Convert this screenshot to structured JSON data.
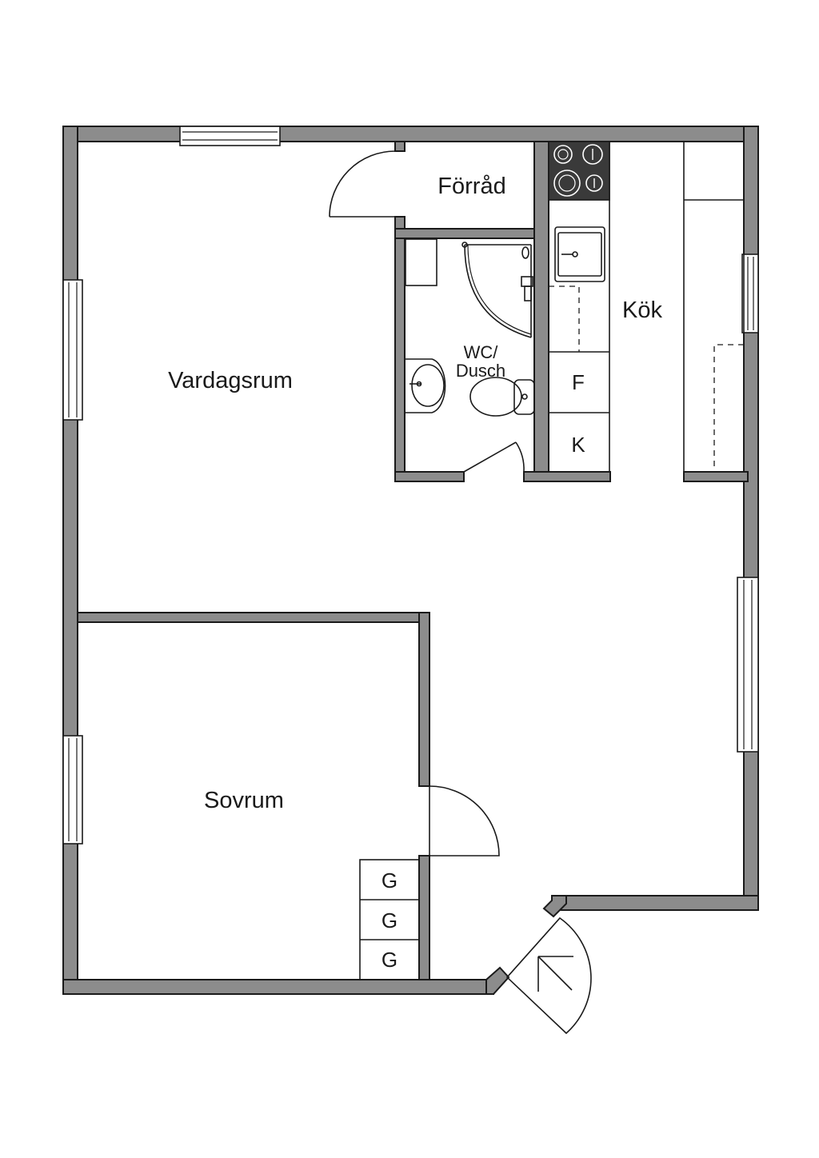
{
  "rooms": {
    "vardagsrum": "Vardagsrum",
    "sovrum": "Sovrum",
    "forrad": "Förråd",
    "kok": "Kök",
    "wc_line1": "WC/",
    "wc_line2": "Dusch"
  },
  "appliances": {
    "fridge": "F",
    "freezer": "K"
  },
  "wardrobes": [
    "G",
    "G",
    "G"
  ],
  "colors": {
    "wall": "#8c8c8c",
    "line": "#1a1a1a",
    "stove": "#3a3a3a"
  }
}
